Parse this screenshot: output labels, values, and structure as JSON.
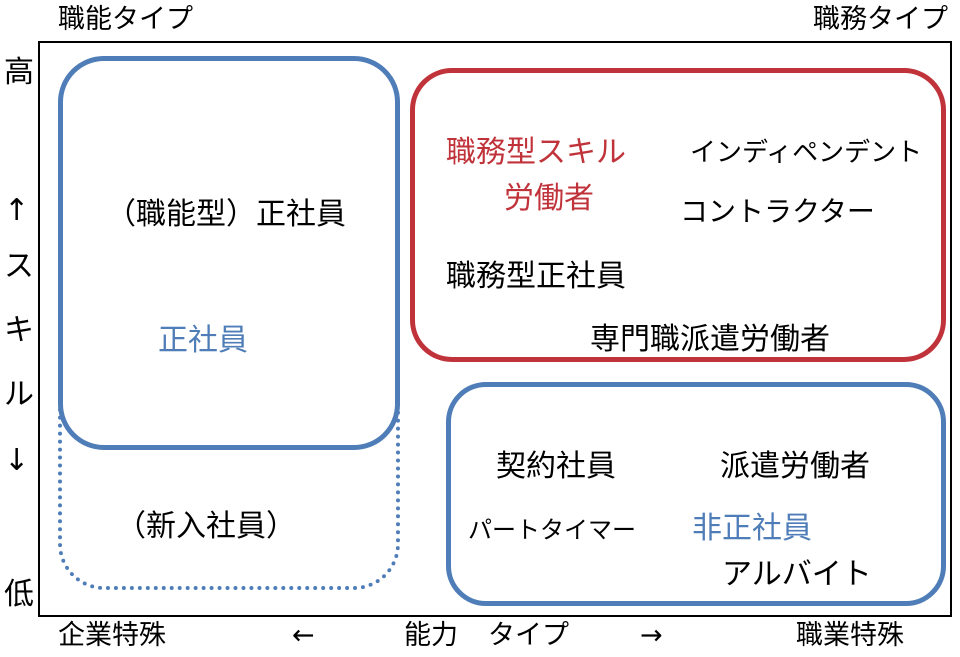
{
  "corners": {
    "top_left": "職能タイプ",
    "top_right": "職務タイプ"
  },
  "vertical_axis": {
    "high": "高",
    "arrow_up": "↑",
    "s1": "ス",
    "s2": "キ",
    "s3": "ル",
    "arrow_down": "↓",
    "low": "低"
  },
  "horizontal_axis": {
    "left": "企業特殊",
    "left_arrow": "←",
    "middle1": "能力",
    "middle2": "タイプ",
    "right_arrow": "→",
    "right": "職業特殊"
  },
  "left_group": {
    "main_label": "（職能型）正社員",
    "title": "正社員",
    "newcomer": "（新入社員）"
  },
  "top_right_group": {
    "title_line1": "職務型スキル",
    "title_line2": "労働者",
    "independent": "インディペンデント",
    "contractor": "コントラクター",
    "job_type_regular": "職務型正社員",
    "specialist_dispatch": "専門職派遣労働者"
  },
  "bottom_right_group": {
    "contract": "契約社員",
    "dispatch": "派遣労働者",
    "part_timer": "パートタイマー",
    "title": "非正社員",
    "arbeit": "アルバイト"
  },
  "colors": {
    "blue": "#4f7db8",
    "red": "#c0333a",
    "frame": "#000000"
  }
}
